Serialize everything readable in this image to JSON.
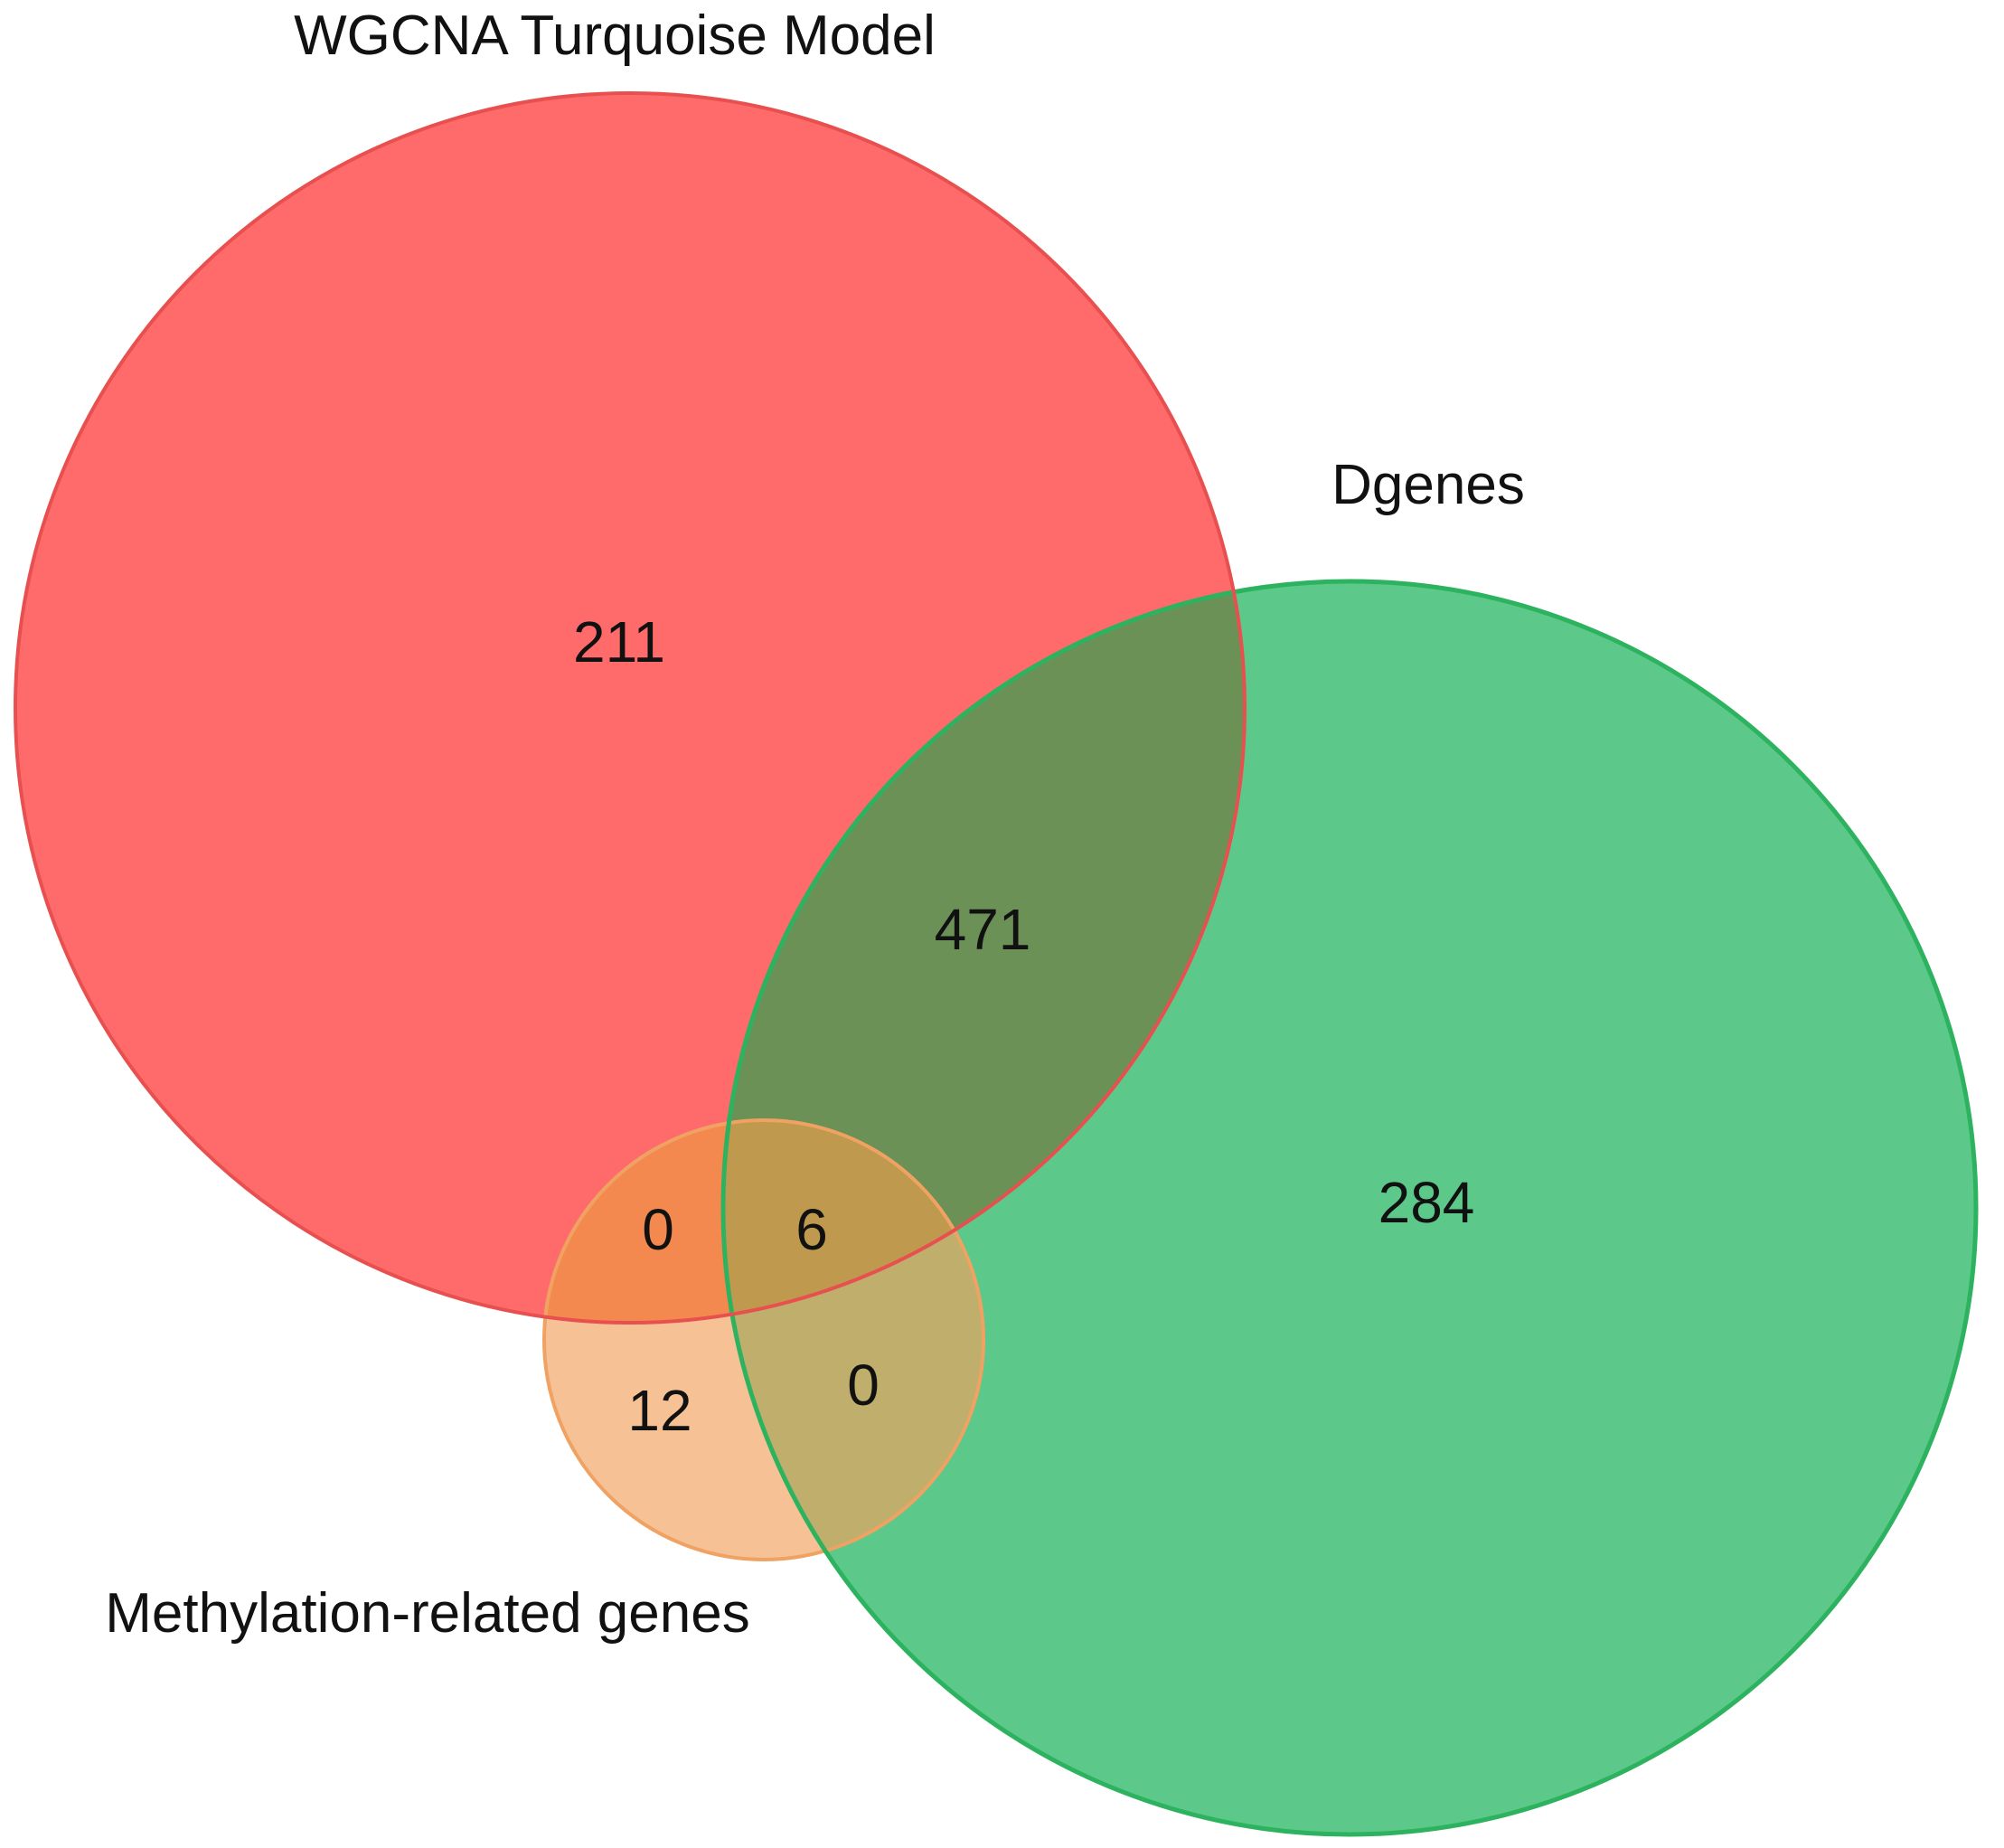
{
  "diagram": {
    "type": "venn",
    "sets": [
      {
        "id": "A",
        "name": "WGCNA Turquoise Model",
        "color": "#ff6b6b",
        "stroke": "#e85050"
      },
      {
        "id": "B",
        "name": "Dgenes",
        "color": "#5cc98a",
        "stroke": "#2db35f"
      },
      {
        "id": "C",
        "name": "Methylation-related genes",
        "color": "#f7b98a",
        "stroke": "#f0a263"
      }
    ],
    "regions": {
      "A_only": "211",
      "A_and_B": "471",
      "B_only": "284",
      "A_and_C": "0",
      "A_and_B_and_C": "6",
      "C_only": "12",
      "B_and_C": "0"
    }
  }
}
